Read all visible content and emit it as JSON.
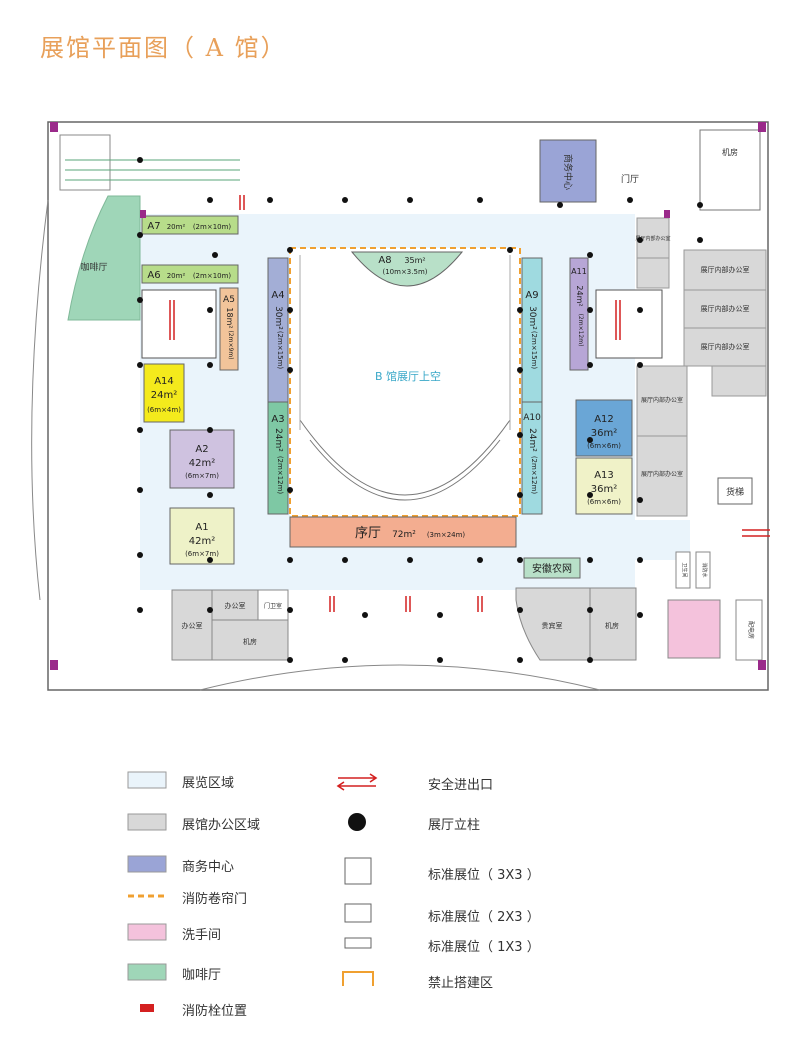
{
  "title": "展馆平面图（ A 馆）",
  "colors": {
    "exhibit": "#eaf4fb",
    "office": "#d8d8d8",
    "business": "#9aa4d6",
    "shutter": "#f0a030",
    "washroom": "#f4c2dc",
    "cafe": "#9fd6b8",
    "hydrant": "#d42020",
    "column": "#111111",
    "wall": "#555555",
    "pillar": "#9a2a8a"
  },
  "rooms": {
    "cafe": "咖啡厅",
    "business": "商务中心",
    "lobby": "门厅",
    "machine_room_top": "机房",
    "atrium": "B 馆展厅上空",
    "freight": "货梯",
    "office_a": "办公室",
    "office_b": "办公室",
    "guard": "门卫室",
    "machine_room_b1": "机房",
    "vip": "贵宾室",
    "machine_room_b2": "机房",
    "inner_office_1": "展厅内部办公室",
    "inner_office_2": "展厅内部办公室",
    "inner_office_3": "展厅内部办公室",
    "inner_office_4": "展厅内部办公室",
    "inner_office_5": "展厅内部办公室",
    "inner_office_6": "展厅内部办公室",
    "right_small_1": "卫生间",
    "right_small_2": "消防水",
    "right_small_3": "配电房"
  },
  "booths": [
    {
      "id": "A7",
      "area": "20m²",
      "dims": "(2m×10m)",
      "color": "#b7dc8a"
    },
    {
      "id": "A6",
      "area": "20m²",
      "dims": "(2m×10m)",
      "color": "#b7dc8a"
    },
    {
      "id": "A5",
      "area": "18m²",
      "dims": "(2m×9m)",
      "color": "#f2c49a"
    },
    {
      "id": "A4",
      "area": "30m²",
      "dims": "(2m×15m)",
      "color": "#a3aed6"
    },
    {
      "id": "A3",
      "area": "24m²",
      "dims": "(2m×12m)",
      "color": "#7ec8a4"
    },
    {
      "id": "A14",
      "area": "24m²",
      "dims": "(6m×4m)",
      "color": "#f4ea1c"
    },
    {
      "id": "A2",
      "area": "42m²",
      "dims": "(6m×7m)",
      "color": "#cfc2e0"
    },
    {
      "id": "A1",
      "area": "42m²",
      "dims": "(6m×7m)",
      "color": "#eef2c8"
    },
    {
      "id": "A8",
      "area": "35m²",
      "dims": "(10m×3.5m)",
      "color": "#b8e0c8"
    },
    {
      "id": "A9",
      "area": "30m²",
      "dims": "(2m×15m)",
      "color": "#9fdae0"
    },
    {
      "id": "A10",
      "area": "24m²",
      "dims": "(2m×12m)",
      "color": "#9fdae0"
    },
    {
      "id": "A11",
      "area": "24m²",
      "dims": "(2m×12m)",
      "color": "#b7a6d6"
    },
    {
      "id": "A12",
      "area": "36m²",
      "dims": "(6m×6m)",
      "color": "#6aa6d6"
    },
    {
      "id": "A13",
      "area": "36m²",
      "dims": "(6m×6m)",
      "color": "#f0f2c8"
    }
  ],
  "prelude": {
    "name": "序厅",
    "area": "72m²",
    "dims": "(3m×24m)",
    "color": "#f3ad90"
  },
  "sponsor": {
    "name": "安徽农网",
    "color": "#b8e0c8"
  },
  "legend": [
    {
      "key": "exhibit",
      "label": "展览区域"
    },
    {
      "key": "office",
      "label": "展馆办公区域"
    },
    {
      "key": "business",
      "label": "商务中心"
    },
    {
      "key": "shutter",
      "label": "消防卷帘门"
    },
    {
      "key": "washroom",
      "label": "洗手间"
    },
    {
      "key": "cafe",
      "label": "咖啡厅"
    },
    {
      "key": "hydrant",
      "label": "消防栓位置"
    },
    {
      "key": "exit",
      "label": "安全进出口"
    },
    {
      "key": "column",
      "label": "展厅立柱"
    },
    {
      "key": "std3",
      "label": "标准展位（ 3X3 ）"
    },
    {
      "key": "std2",
      "label": "标准展位（ 2X3 ）"
    },
    {
      "key": "std1",
      "label": "标准展位（ 1X3 ）"
    },
    {
      "key": "nobuild",
      "label": "禁止搭建区"
    }
  ]
}
